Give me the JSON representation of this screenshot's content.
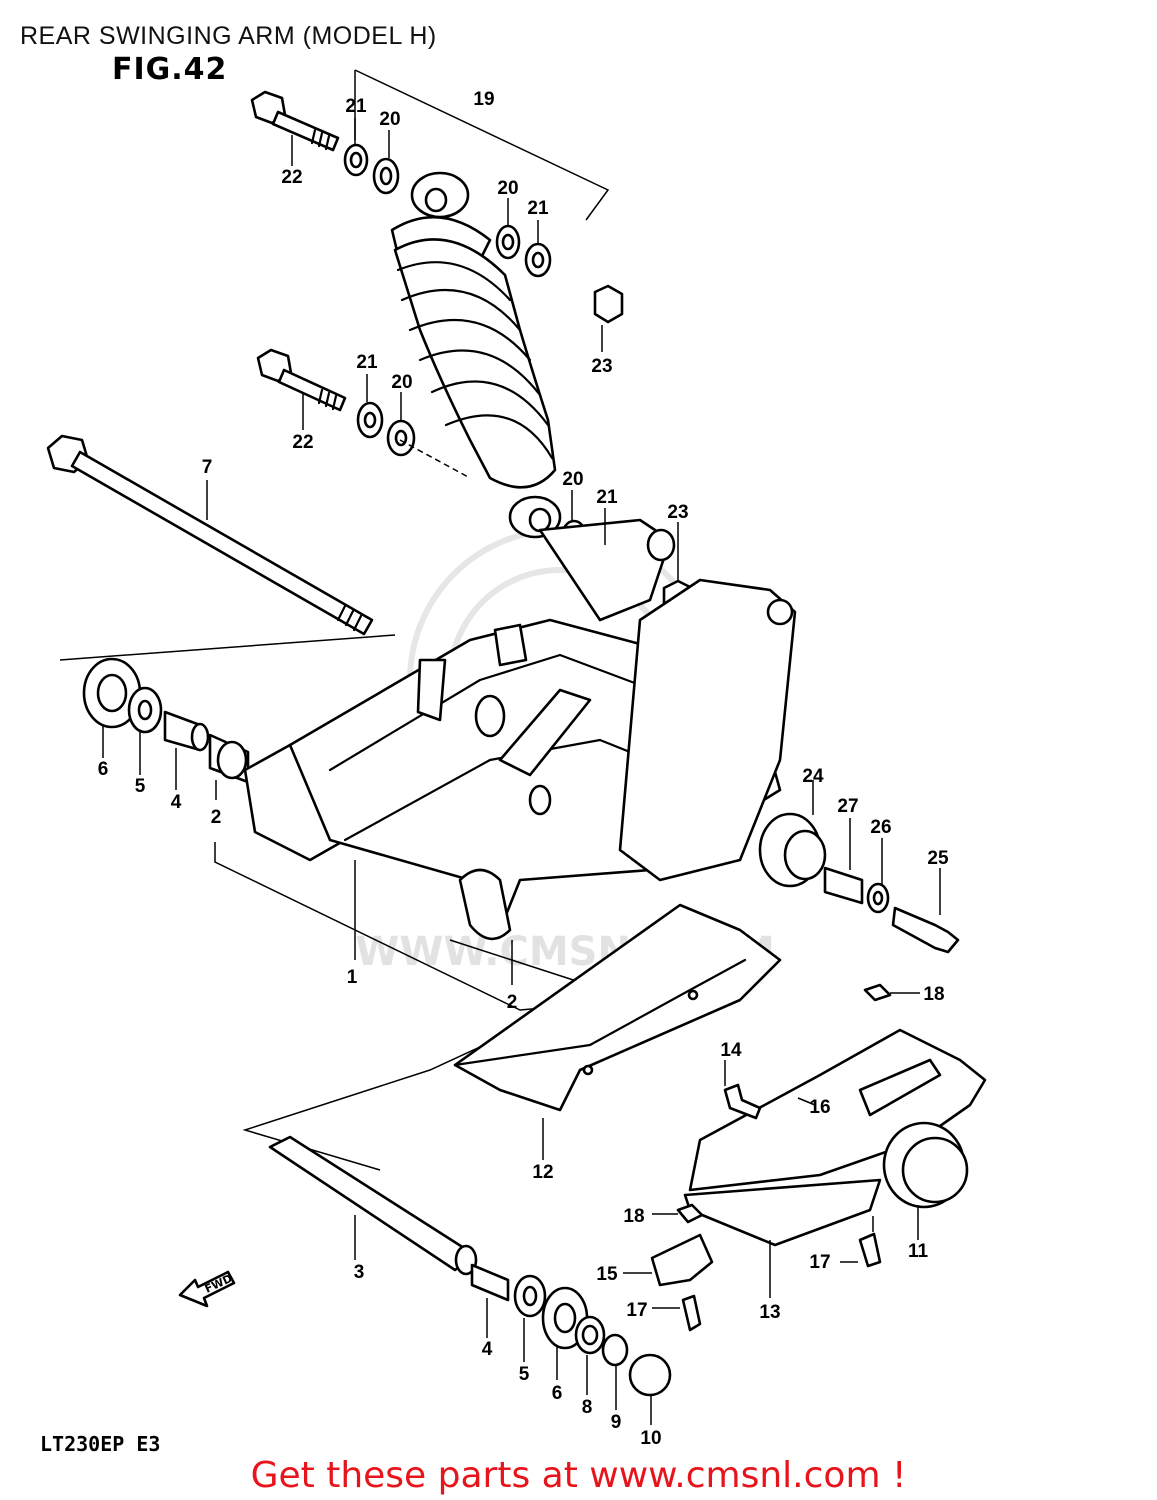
{
  "header": {
    "title": "REAR SWINGING ARM (MODEL H)",
    "figure": "FIG.42"
  },
  "footer": {
    "model_code": "LT230EP E3",
    "promo": "Get these parts at www.cmsnl.com !"
  },
  "direction_arrow": {
    "label": "FWD"
  },
  "watermark": {
    "text": "WWW.CMSNL.COM"
  },
  "colors": {
    "promo": "#e8141c",
    "line": "#000000",
    "watermark": "#e6e6e6"
  },
  "callouts": [
    {
      "label": "1"
    },
    {
      "label": "2"
    },
    {
      "label": "2"
    },
    {
      "label": "3"
    },
    {
      "label": "4"
    },
    {
      "label": "4"
    },
    {
      "label": "5"
    },
    {
      "label": "5"
    },
    {
      "label": "6"
    },
    {
      "label": "6"
    },
    {
      "label": "7"
    },
    {
      "label": "8"
    },
    {
      "label": "9"
    },
    {
      "label": "10"
    },
    {
      "label": "11"
    },
    {
      "label": "12"
    },
    {
      "label": "13"
    },
    {
      "label": "14"
    },
    {
      "label": "15"
    },
    {
      "label": "16"
    },
    {
      "label": "17"
    },
    {
      "label": "17"
    },
    {
      "label": "18"
    },
    {
      "label": "18"
    },
    {
      "label": "19"
    },
    {
      "label": "20"
    },
    {
      "label": "20"
    },
    {
      "label": "20"
    },
    {
      "label": "20"
    },
    {
      "label": "21"
    },
    {
      "label": "21"
    },
    {
      "label": "21"
    },
    {
      "label": "21"
    },
    {
      "label": "22"
    },
    {
      "label": "22"
    },
    {
      "label": "23"
    },
    {
      "label": "23"
    },
    {
      "label": "24"
    },
    {
      "label": "25"
    },
    {
      "label": "26"
    },
    {
      "label": "27"
    }
  ]
}
